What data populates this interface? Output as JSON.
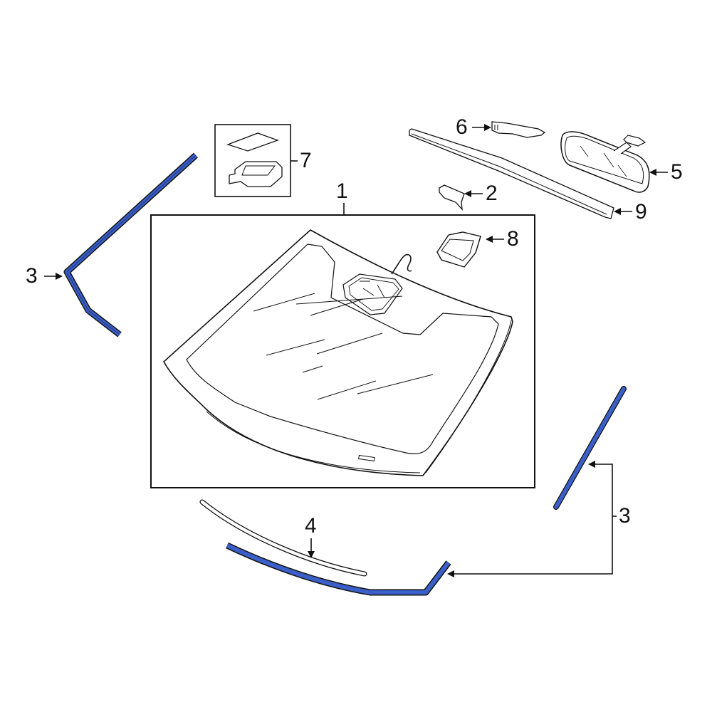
{
  "diagram": {
    "type": "exploded-parts-diagram",
    "subject": "Windshield glass and related components",
    "highlight_color": "#3a5fc8",
    "line_color": "#111111",
    "callouts": [
      {
        "id": "1",
        "label": "1",
        "part": "windshield"
      },
      {
        "id": "2",
        "label": "2",
        "part": "bracket"
      },
      {
        "id": "3a",
        "label": "3",
        "part": "reveal-molding-left"
      },
      {
        "id": "3b",
        "label": "3",
        "part": "reveal-molding-right-and-lower"
      },
      {
        "id": "4",
        "label": "4",
        "part": "lower-molding"
      },
      {
        "id": "5",
        "label": "5",
        "part": "rear-view-mirror"
      },
      {
        "id": "6",
        "label": "6",
        "part": "mirror-cover"
      },
      {
        "id": "7",
        "label": "7",
        "part": "sensor-kit"
      },
      {
        "id": "8",
        "label": "8",
        "part": "sensor-bracket"
      },
      {
        "id": "9",
        "label": "9",
        "part": "upper-molding"
      }
    ]
  }
}
